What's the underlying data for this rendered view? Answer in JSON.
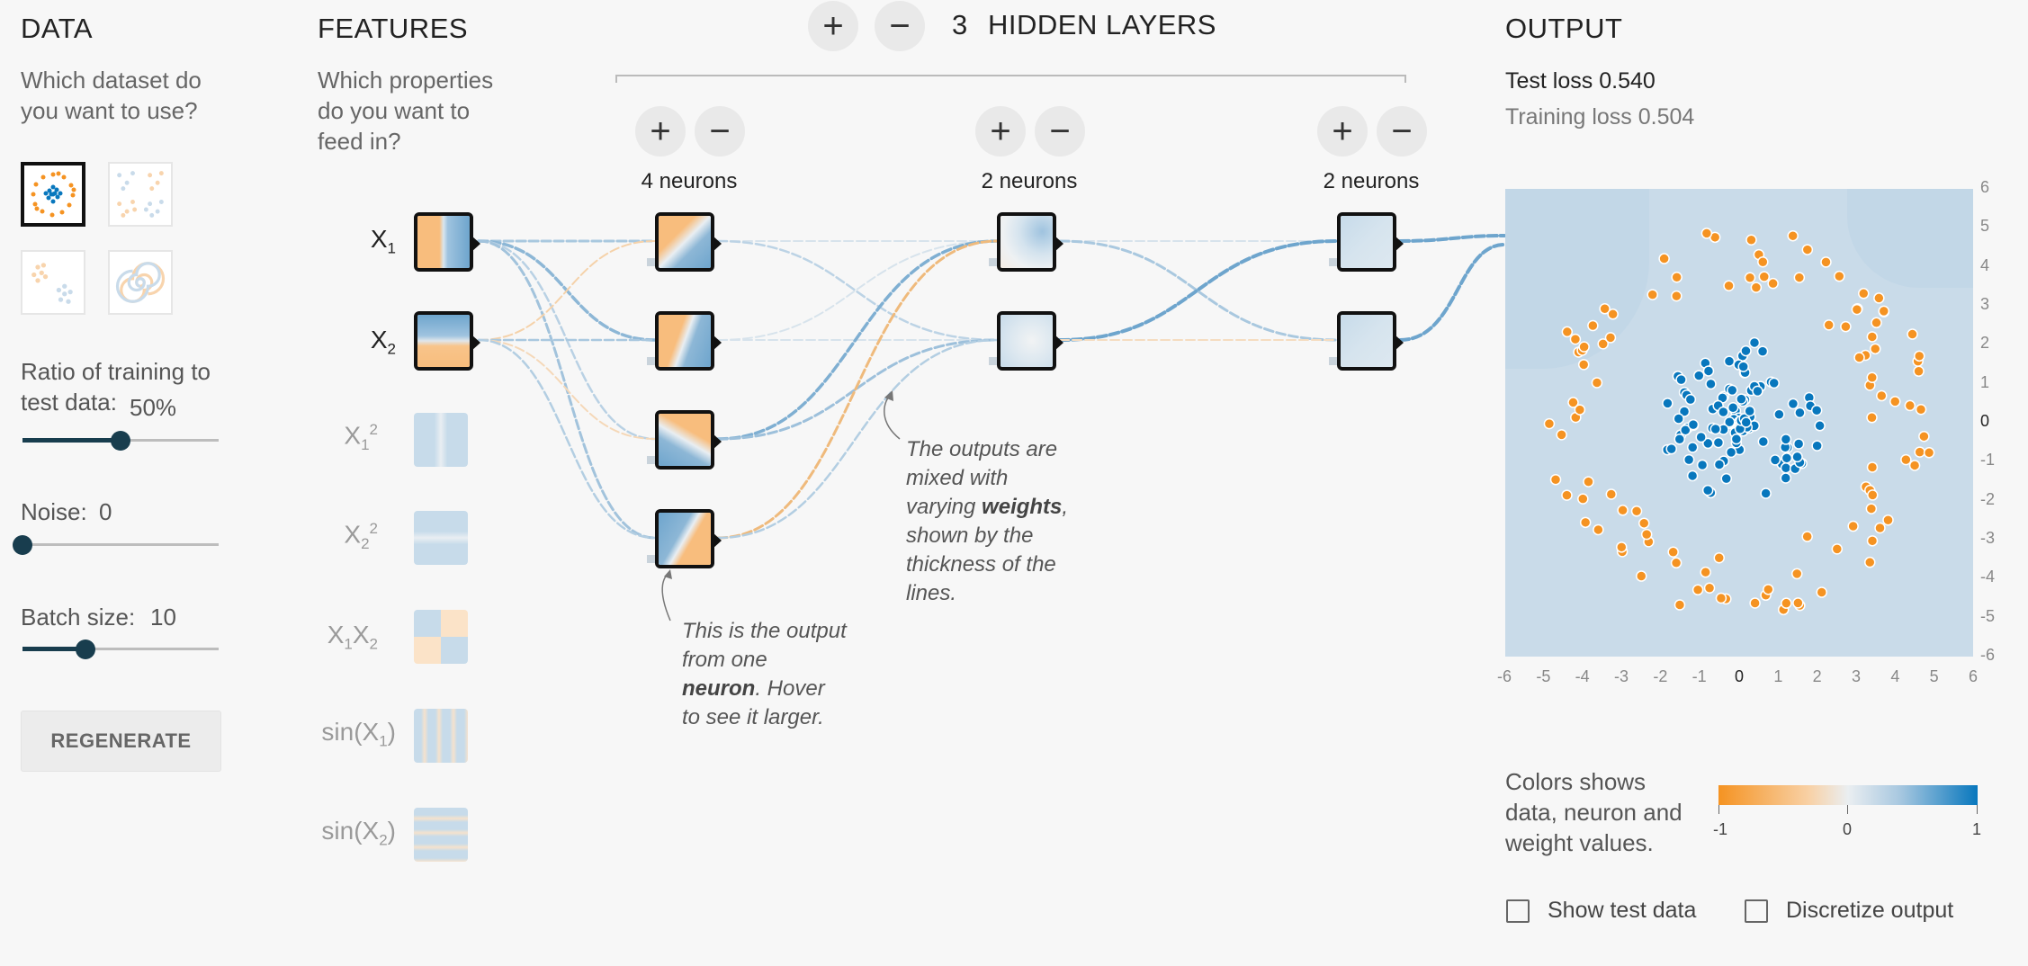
{
  "data_panel": {
    "title": "DATA",
    "question": "Which dataset do you want to use?",
    "datasets": [
      "circle",
      "xor",
      "gaussian",
      "spiral"
    ],
    "selected_dataset": "circle",
    "ratio_label": "Ratio of training to test data:",
    "ratio_value": "50%",
    "ratio_fraction": 0.5,
    "noise_label": "Noise:",
    "noise_value": "0",
    "noise_fraction": 0.0,
    "batch_label": "Batch size:",
    "batch_value": "10",
    "batch_fraction": 0.32,
    "regenerate_label": "REGENERATE"
  },
  "features_panel": {
    "title": "FEATURES",
    "question": "Which properties do you want to feed in?",
    "features": [
      {
        "base": "X",
        "sub": "1",
        "sup": "",
        "active": true
      },
      {
        "base": "X",
        "sub": "2",
        "sup": "",
        "active": true
      },
      {
        "base": "X",
        "sub": "1",
        "sup": "2",
        "active": false
      },
      {
        "base": "X",
        "sub": "2",
        "sup": "2",
        "active": false
      },
      {
        "base": "X",
        "sub": "1",
        "base2": "X",
        "sub2": "2",
        "active": false
      },
      {
        "base": "sin(X",
        "sub": "1",
        "tail": ")",
        "active": false
      },
      {
        "base": "sin(X",
        "sub": "2",
        "tail": ")",
        "active": false
      }
    ]
  },
  "network": {
    "layer_count": "3",
    "hidden_layers_label": "HIDDEN LAYERS",
    "add_layer_icon": "plus-icon",
    "remove_layer_icon": "minus-icon",
    "layers": [
      {
        "neurons_label": "4 neurons"
      },
      {
        "neurons_label": "2 neurons"
      },
      {
        "neurons_label": "2 neurons"
      }
    ],
    "note_neuron": {
      "line1": "This is the output",
      "line2": "from one",
      "bold": "neuron",
      "line3": ". Hover",
      "line4": "to see it larger."
    },
    "note_weights": {
      "line1": "The outputs are",
      "line2": "mixed with",
      "pre": "varying ",
      "bold": "weights",
      "post": ",",
      "line4": "shown by the",
      "line5": "thickness of the",
      "line6": "lines."
    }
  },
  "output_panel": {
    "title": "OUTPUT",
    "test_loss_label": "Test loss",
    "test_loss_value": "0.540",
    "training_loss_label": "Training loss",
    "training_loss_value": "0.504",
    "x_ticks": [
      "-6",
      "-5",
      "-4",
      "-3",
      "-2",
      "-1",
      "0",
      "1",
      "2",
      "3",
      "4",
      "5",
      "6"
    ],
    "y_ticks": [
      "6",
      "5",
      "4",
      "3",
      "2",
      "1",
      "0",
      "-1",
      "-2",
      "-3",
      "-4",
      "-5",
      "-6"
    ],
    "legend_text": "Colors shows data, neuron and weight values.",
    "legend_min": "-1",
    "legend_mid": "0",
    "legend_max": "1",
    "show_test_data_label": "Show test data",
    "discretize_label": "Discretize output"
  },
  "colors": {
    "orange": "#f59322",
    "blue": "#0877bd",
    "light_blue": "#c7dbea",
    "dark_slider": "#183d4e"
  }
}
